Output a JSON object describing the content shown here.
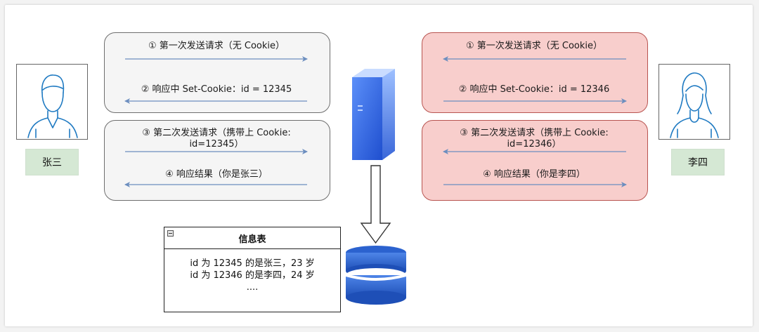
{
  "users": {
    "left": {
      "name": "张三"
    },
    "right": {
      "name": "李四"
    }
  },
  "left_exchange": {
    "first": {
      "request": "① 第一次发送请求（无 Cookie）",
      "response": "② 响应中 Set-Cookie：id = 12345"
    },
    "second": {
      "request_line1": "③ 第二次发送请求（携带上 Cookie:",
      "request_line2": "id=12345）",
      "response": "④ 响应结果（你是张三）"
    }
  },
  "right_exchange": {
    "first": {
      "request": "① 第一次发送请求（无 Cookie）",
      "response": "② 响应中 Set-Cookie：id = 12346"
    },
    "second": {
      "request_line1": "③ 第二次发送请求（携带上 Cookie:",
      "request_line2": "id=12346）",
      "response": "④ 响应结果（你是李四）"
    }
  },
  "info_table": {
    "title": "信息表",
    "rows": [
      "id 为 12345 的是张三，23 岁",
      "id 为 12346 的是李四，24 岁",
      "...."
    ]
  },
  "colors": {
    "arrow": "#6c8ebf",
    "gray_fill": "#f5f5f5",
    "red_fill": "#f8cecc",
    "red_stroke": "#b85450",
    "name_fill": "#d5e8d4",
    "server_blue": "#3d6fd8"
  },
  "icons": {
    "server": "server-icon",
    "database": "database-icon",
    "male_user": "male-user-icon",
    "female_user": "female-user-icon"
  }
}
